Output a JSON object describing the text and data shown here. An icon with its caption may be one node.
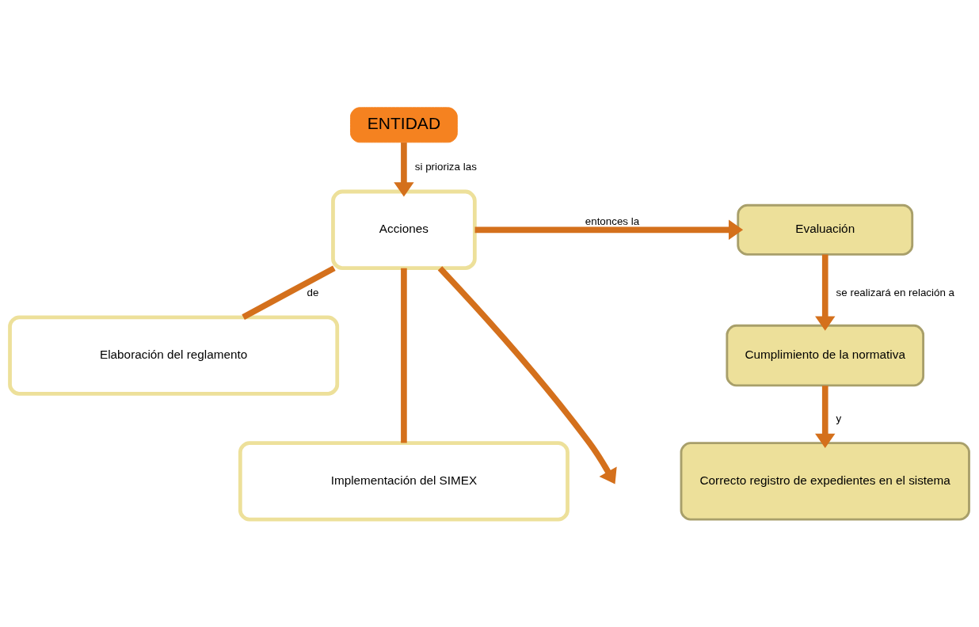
{
  "diagram": {
    "nodes": [
      {
        "text": [
          "ENTIDAD"
        ]
      },
      {
        "text": [
          "Acciones"
        ]
      },
      {
        "text": [
          "Elaboración del reglamento"
        ]
      },
      {
        "text": [
          "Implementación del SIMEX"
        ]
      },
      {
        "text": [
          "Evaluación"
        ]
      },
      {
        "text": [
          "Cumplimiento de la normativa"
        ]
      },
      {
        "text": [
          "Correcto registro de expedientes en el sistema"
        ]
      }
    ],
    "edges": [
      {
        "from": 0,
        "to": 1,
        "arrow": "to",
        "label": "si prioriza las"
      },
      {
        "from": 1,
        "to": 4,
        "arrow": "to",
        "label": "entonces la"
      },
      {
        "from": 1,
        "to": 2,
        "arrow": "none",
        "label": "de"
      },
      {
        "from": 1,
        "to": 3,
        "arrow": "none"
      },
      {
        "from": 1,
        "to": null,
        "arrow": "to"
      },
      {
        "from": 4,
        "to": 5,
        "arrow": "to",
        "label": "se realizará en relación a"
      },
      {
        "from": 5,
        "to": 6,
        "arrow": "to",
        "label": "y"
      }
    ]
  }
}
